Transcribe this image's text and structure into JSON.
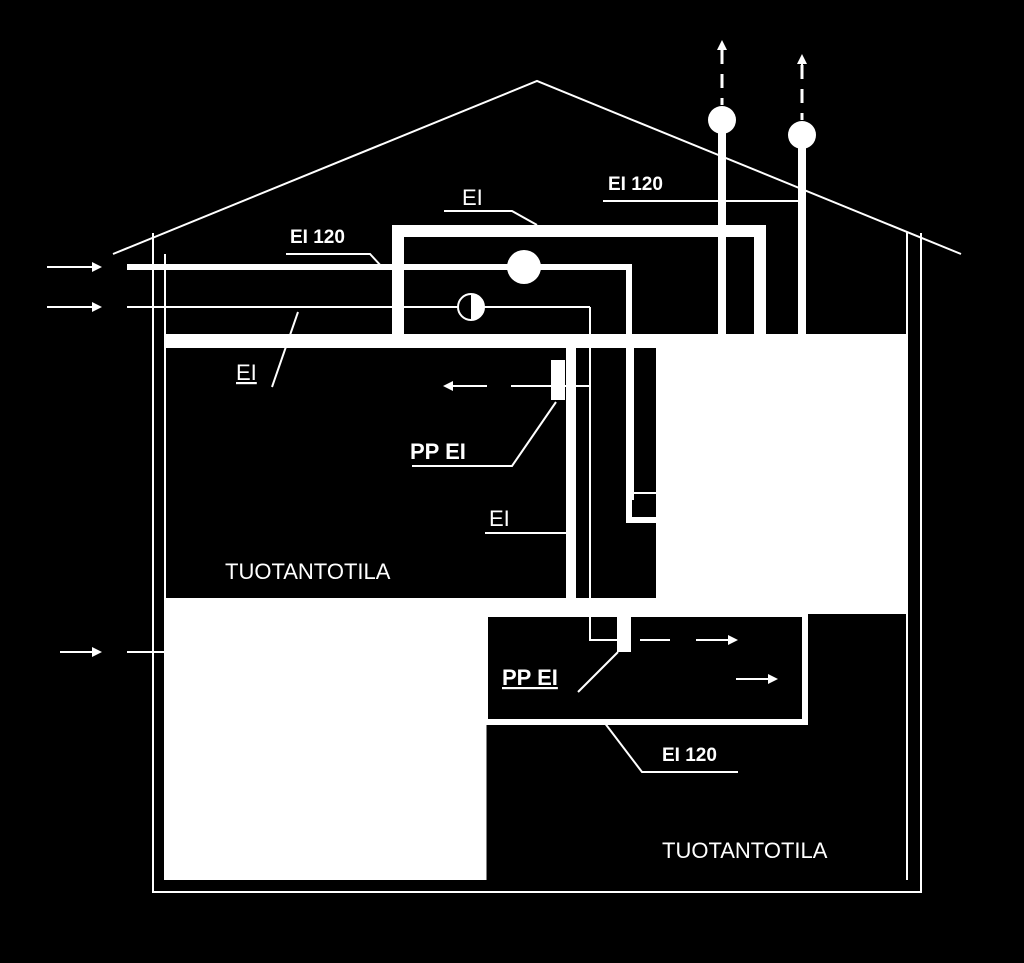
{
  "colors": {
    "background": "#000000",
    "line": "#ffffff",
    "fill": "#ffffff"
  },
  "labels": {
    "duct_top_ei120": "EI 120",
    "duct_top_ei": "EI",
    "exhaust_ei120": "EI 120",
    "intake_ei": "EI",
    "pp_ei_upper": "PP EI",
    "shaft_ei": "EI",
    "room_upper": "TUOTANTOTILA",
    "pp_ei_lower": "PP EI",
    "lower_ei120": "EI 120",
    "room_lower": "TUOTANTOTILA"
  },
  "icons": {
    "fan": "fan-icon",
    "damper": "fire-damper-icon",
    "arrow": "arrow-icon"
  }
}
